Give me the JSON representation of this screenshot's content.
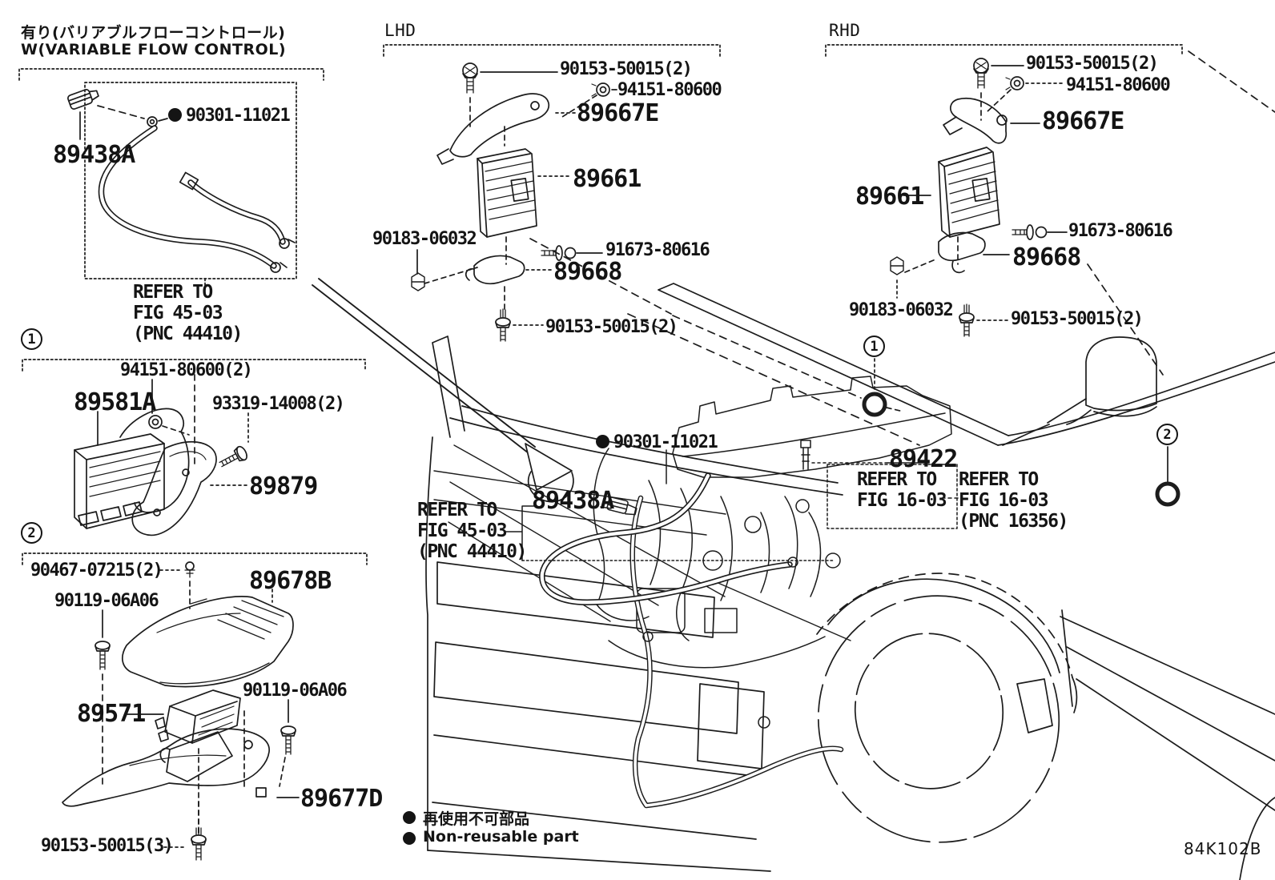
{
  "header": {
    "jp": "有り(バリアブルフローコントロール)",
    "en": "W(VARIABLE FLOW CONTROL)"
  },
  "markers": {
    "one": "1",
    "two": "2"
  },
  "vfc": {
    "hose": "89438A",
    "bolt": "90301-11021",
    "refer": [
      "REFER TO",
      "FIG 45-03",
      "(PNC 44410)"
    ]
  },
  "sec1": {
    "nut": "94151-80600(2)",
    "ecu": "89581A",
    "bolt": "93319-14008(2)",
    "bracket": "89879"
  },
  "sec2": {
    "clip": "90467-07215(2)",
    "cover": "89678B",
    "bolt_left": "90119-06A06",
    "ecu": "89571",
    "bolt_right": "90119-06A06",
    "bracket": "89677D",
    "bolt_bottom": "90153-50015(3)"
  },
  "lhd": {
    "title": "LHD",
    "bolt_top": "90153-50015(2)",
    "nut": "94151-80600",
    "bracket_upper": "89667E",
    "ecu": "89661",
    "clip": "90183-06032",
    "bolt_side": "91673-80616",
    "bracket_lower": "89668",
    "bolt_bottom": "90153-50015(2)"
  },
  "rhd": {
    "title": "RHD",
    "bolt_top": "90153-50015(2)",
    "nut": "94151-80600",
    "bracket_upper": "89667E",
    "ecu": "89661",
    "bolt_side": "91673-80616",
    "bracket_lower": "89668",
    "clip": "90183-06032",
    "bolt_bottom": "90153-50015(2)"
  },
  "engine": {
    "bolt": "90301-11021",
    "hose": "89438A",
    "sensor": "89422",
    "refer_45": [
      "REFER TO",
      "FIG 45-03",
      "(PNC 44410)"
    ],
    "refer_16_box": [
      "REFER TO",
      "FIG 16-03"
    ],
    "refer_16_pnc": [
      "REFER TO",
      "FIG 16-03",
      "(PNC 16356)"
    ]
  },
  "legend": {
    "jp": "再使用不可部品",
    "en": "Non-reusable part"
  },
  "diagram_code": "84K102B"
}
